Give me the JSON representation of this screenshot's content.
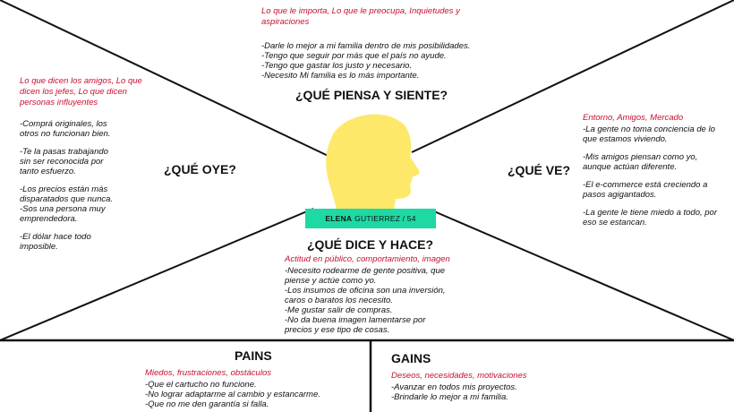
{
  "top": {
    "label": "Lo que le importa, Lo que le preocupa, Inquietudes y aspiraciones",
    "items": [
      "-Darle lo mejor a mi familia dentro de mis posibilidades.",
      "-Tengo que seguir por más que el país no ayude.",
      "-Tengo que gastar los justo y necesario.",
      "-Necesito Mi familia es lo más importante."
    ],
    "heading": "¿QUÉ PIENSA Y SIENTE?"
  },
  "left": {
    "label": "Lo que dicen los amigos, Lo que dicen los jefes, Lo que dicen personas influyentes",
    "item1": "-Comprá originales, los otros no funcionan bien.",
    "item2": "-Te la pasas trabajando sin ser reconocida por tanto esfuerzo.",
    "item3a": "-Los precios están más disparatados que nunca.",
    "item3b": "-Sos una persona muy emprendedora.",
    "item4": "-El dólar hace todo imposible.",
    "heading": "¿QUÉ OYE?"
  },
  "right": {
    "label": "Entorno, Amigos, Mercado",
    "item1": "-La gente no toma conciencia de lo que estamos viviendo.",
    "item2": "-Mis amigos piensan como yo, aunque actúan diferente.",
    "item3": "-El e-commerce está creciendo a pasos agigantados.",
    "item4": "-La gente le tiene miedo a todo, por eso se estancan.",
    "heading": "¿QUÉ VE?"
  },
  "persona": {
    "first_name": "ELENA",
    "last_name_age": "GUTIERREZ / 54",
    "head_color": "#fde86a",
    "badge_color": "#1ed9a4"
  },
  "bottom": {
    "heading": "¿QUÉ DICE Y HACE?",
    "label": "Actitud en público, comportamiento, imagen",
    "items": [
      "-Necesito rodearme de gente positiva, que piense y actúe como yo.",
      "-Los insumos de oficina son una inversión, caros o baratos los necesito.",
      "-Me gustar salir de compras.",
      "-No da buena imagen lamentarse por precios y ese tipo de cosas."
    ]
  },
  "pains": {
    "heading": "PAINS",
    "label": "Miedos, frustraciones, obstáculos",
    "items": [
      "-Que el cartucho no funcione.",
      "-No lograr adaptarme al cambio y estancarme.",
      "-Que no me den garantía si falla."
    ]
  },
  "gains": {
    "heading": "GAINS",
    "label": "Deseos, necesidades, motivaciones",
    "items": [
      "-Avanzar en todos mis proyectos.",
      "-Brindarle lo mejor a mi familia."
    ]
  },
  "colors": {
    "accent_red": "#c8102e",
    "line": "#111111"
  }
}
